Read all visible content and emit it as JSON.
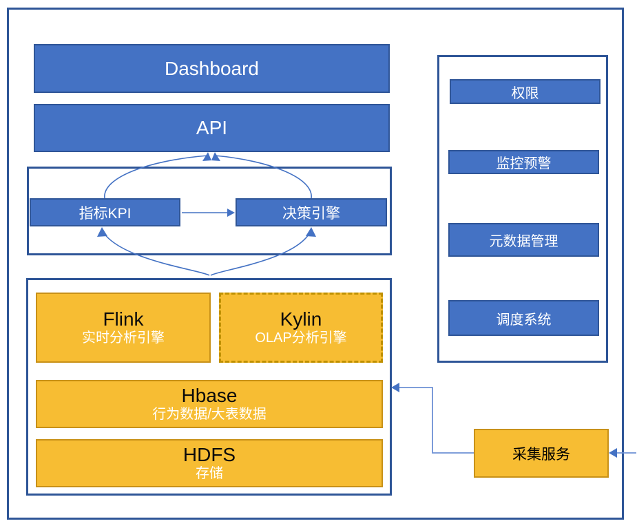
{
  "diagram": {
    "left_stack": {
      "dashboard_label": "Dashboard",
      "api_label": "API"
    },
    "kpi_section": {
      "kpi_label": "指标KPI",
      "decision_label": "决策引擎"
    },
    "bigdata_section": {
      "flink": {
        "title": "Flink",
        "subtitle": "实时分析引擎"
      },
      "kylin": {
        "title": "Kylin",
        "subtitle": "OLAP分析引擎"
      },
      "hbase": {
        "title": "Hbase",
        "subtitle": "行为数据/大表数据"
      },
      "hdfs": {
        "title": "HDFS",
        "subtitle": "存储"
      }
    },
    "right_panel": {
      "items": [
        {
          "label": "权限"
        },
        {
          "label": "监控预警"
        },
        {
          "label": "元数据管理"
        },
        {
          "label": "调度系统"
        }
      ]
    },
    "collect_service_label": "采集服务",
    "colors": {
      "blue_fill": "#4472C4",
      "blue_border": "#2F5597",
      "frame_border": "#2E5597",
      "gold_fill": "#F7BD33",
      "gold_border": "#C89118",
      "gold_dashed_border": "#BF9000",
      "arrow_dark": "#4472C4",
      "arrow_light": "#6D90D5"
    }
  }
}
